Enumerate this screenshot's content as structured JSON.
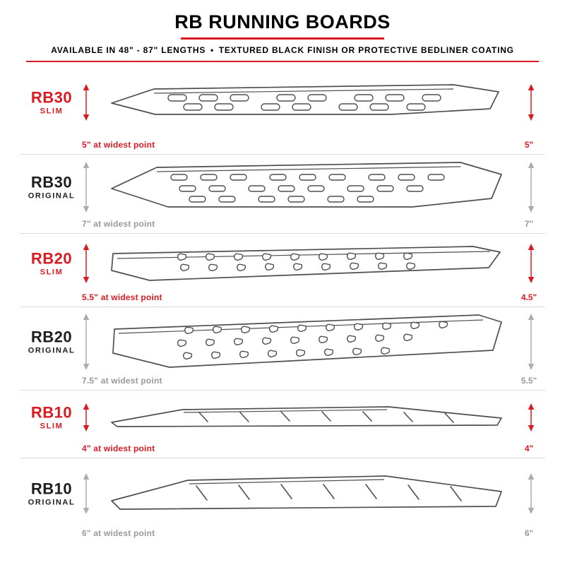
{
  "header": {
    "title": "RB RUNNING BOARDS",
    "subtitle": "AVAILABLE IN 48\" - 87\" LENGTHS • TEXTURED BLACK FINISH OR PROTECTIVE BEDLINER COATING"
  },
  "colors": {
    "accent_red": "#da1a21",
    "gray_text": "#97999c",
    "gray_arrow": "#aaacaf",
    "line_art": "#4d4e50",
    "divider": "#d9dadb",
    "black": "#000000"
  },
  "icons": {
    "measure_arrow": "double-headed-vertical-measurement-arrow"
  },
  "rows": [
    {
      "model": "RB30",
      "variant": "SLIM",
      "accent": "red",
      "widest": "5\" at widest point",
      "height": "5\""
    },
    {
      "model": "RB30",
      "variant": "ORIGINAL",
      "accent": "gray",
      "widest": "7\" at widest point",
      "height": "7\""
    },
    {
      "model": "RB20",
      "variant": "SLIM",
      "accent": "red",
      "widest": "5.5\" at widest point",
      "height": "4.5\""
    },
    {
      "model": "RB20",
      "variant": "ORIGINAL",
      "accent": "gray",
      "widest": "7.5\" at widest point",
      "height": "5.5\""
    },
    {
      "model": "RB10",
      "variant": "SLIM",
      "accent": "red",
      "widest": "4\" at widest point",
      "height": "4\""
    },
    {
      "model": "RB10",
      "variant": "ORIGINAL",
      "accent": "gray",
      "widest": "6\" at widest point",
      "height": "6\""
    }
  ]
}
